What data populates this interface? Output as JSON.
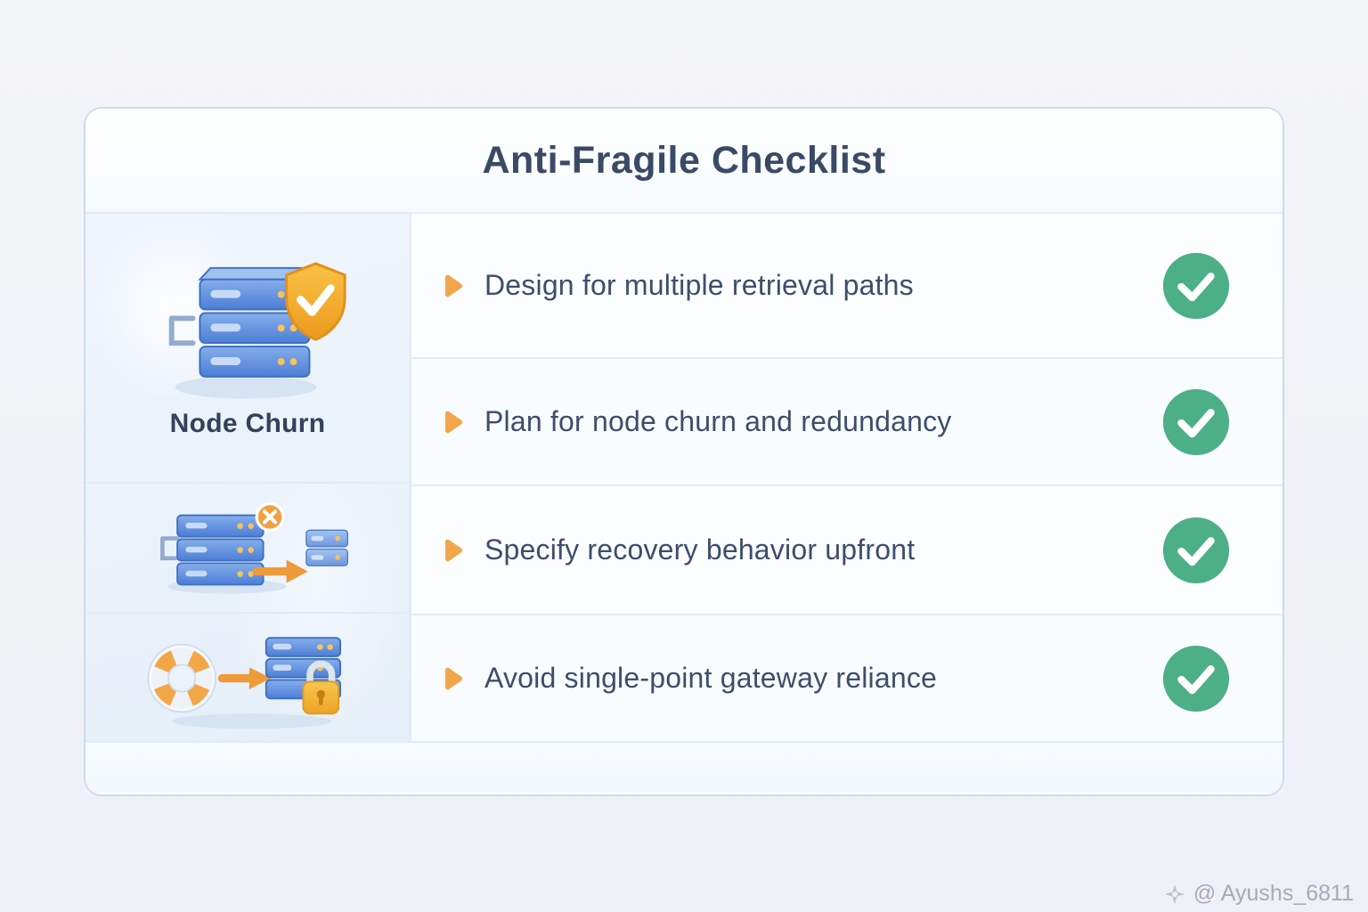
{
  "title": "Anti-Fragile Checklist",
  "left_column": {
    "sections": [
      {
        "icon": "server-stack-shield-icon",
        "label": "Node Churn"
      },
      {
        "icon": "server-failover-icon",
        "label": ""
      },
      {
        "icon": "lifebuoy-lock-server-icon",
        "label": ""
      }
    ]
  },
  "checklist": {
    "items": [
      {
        "label": "Design for multiple retrieval paths",
        "checked": true
      },
      {
        "label": "Plan for node churn and redundancy",
        "checked": true
      },
      {
        "label": "Specify recovery behavior upfront",
        "checked": true
      },
      {
        "label": "Avoid single-point gateway reliance",
        "checked": true
      }
    ]
  },
  "watermark": {
    "icon": "sparkle-logo-icon",
    "text": "@ Ayushs_6811"
  },
  "colors": {
    "check-green": "#4CAF87",
    "bullet-orange": "#F2A64B",
    "title-navy": "#3A4A66",
    "row-text": "#3D4E6C",
    "card-border": "#CBDCEE",
    "divider": "#E2EBF5",
    "watermark-gray": "#A6ABB5"
  }
}
